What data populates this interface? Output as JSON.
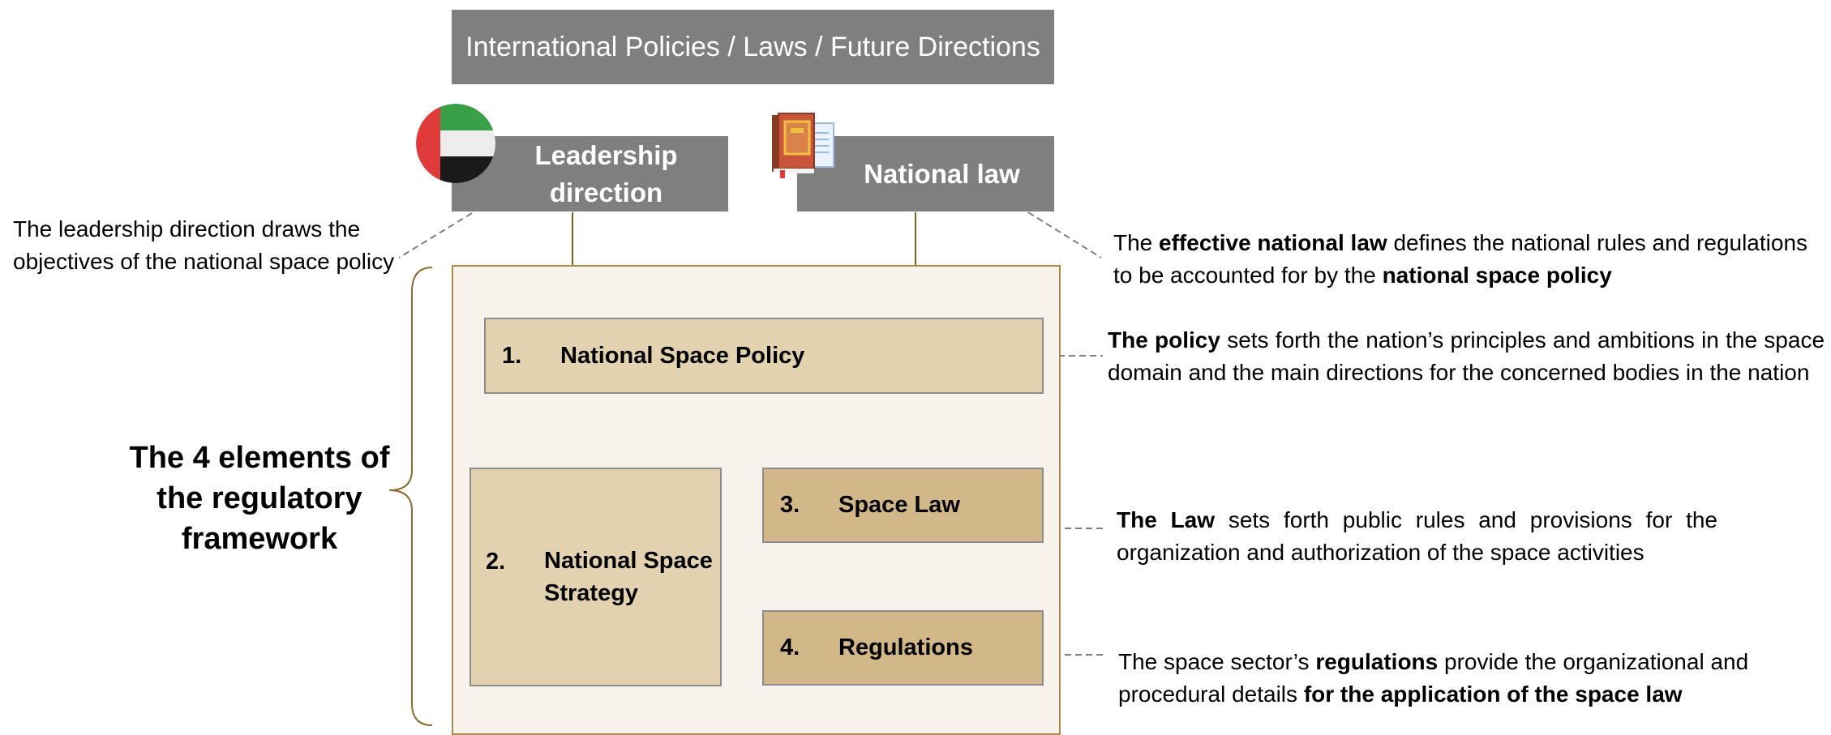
{
  "top_box": {
    "label": "International Policies / Laws / Future Directions"
  },
  "leadership_box": {
    "label": "Leadership direction"
  },
  "national_law_box": {
    "label": "National law"
  },
  "framework_title": "The 4 elements of the regulatory framework",
  "elements": [
    {
      "number": "1.",
      "label": "National Space Policy"
    },
    {
      "number": "2.",
      "label": "National Space Strategy"
    },
    {
      "number": "3.",
      "label": "Space Law"
    },
    {
      "number": "4.",
      "label": "Regulations"
    }
  ],
  "notes": {
    "leadership": {
      "text": "The leadership direction draws the objectives of the national space policy"
    },
    "national_law": {
      "p1": "The ",
      "b1": "effective national law",
      "p2": " defines the national rules and regulations to be accounted for by the ",
      "b2": "national space policy"
    },
    "policy": {
      "b1": "The policy",
      "p1": " sets forth the nation’s principles and ambitions in the space domain and the main directions for the concerned bodies in the nation"
    },
    "law": {
      "b1": "The Law",
      "p1": " sets forth public rules and provisions for the organization and authorization of the space activities"
    },
    "regulations": {
      "p1": "The space sector’s ",
      "b1": "regulations",
      "p2": " provide the organizational and procedural details ",
      "b2": "for the application of the space law"
    }
  },
  "colors": {
    "gray_box": "#7f7f7f",
    "framework_bg": "#f7f3ec",
    "framework_border": "#b08a45",
    "light_tan": "#e2d2b0",
    "dark_tan": "#d2b788",
    "arrow": "#7a5a22",
    "flag_green": "#3aa048",
    "flag_white": "#ededed",
    "flag_black": "#1a1a1a",
    "flag_red": "#e03a3a"
  },
  "icons": {
    "flag": "uae-flag-icon",
    "book": "law-book-icon"
  }
}
